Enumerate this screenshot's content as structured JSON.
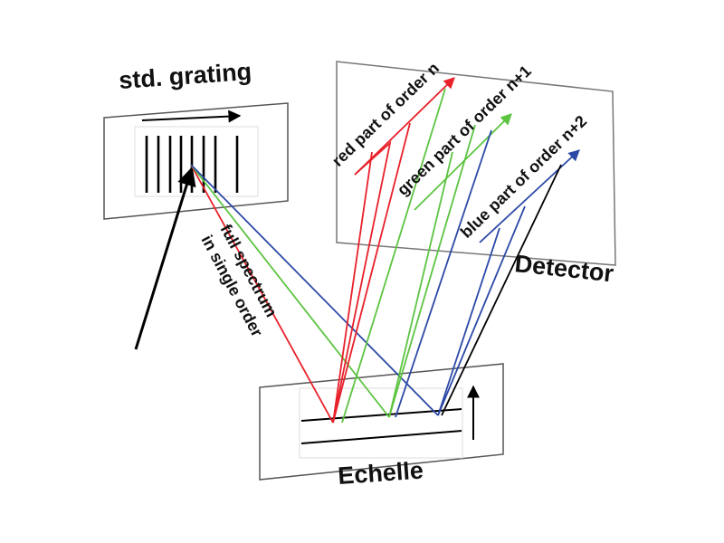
{
  "labels": {
    "grating": "std. grating",
    "detector": "Detector",
    "echelle": "Echelle",
    "spectrum_line1": "full spectrum",
    "spectrum_line2": "in single order",
    "red_order": "red part of order n",
    "green_order": "green part of order n+1",
    "blue_order": "blue part of order n+2"
  },
  "colors": {
    "red": "#e8202a",
    "green": "#5cc441",
    "blue": "#2c49a6",
    "black": "#000000",
    "frame": "#555555"
  }
}
